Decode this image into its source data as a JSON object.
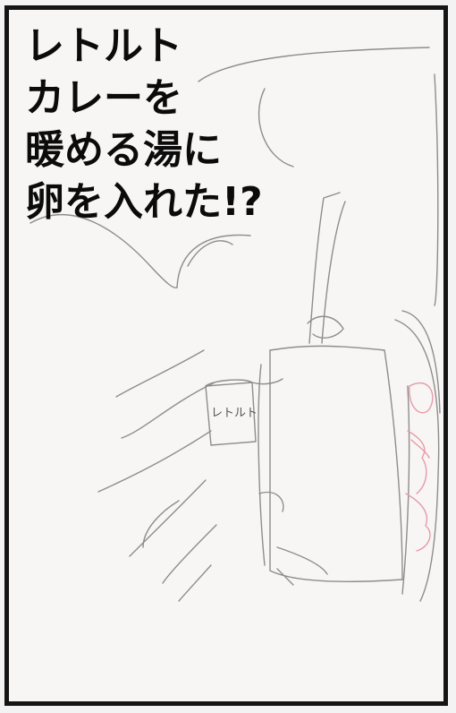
{
  "caption": {
    "lines": [
      "レトルト",
      "カレーを",
      "暖める湯に",
      "卵を入れた!?"
    ]
  },
  "illustration": {
    "package_label": "レトルト",
    "line_color": "#8d8d8d",
    "accent_color": "#e89aa8"
  }
}
